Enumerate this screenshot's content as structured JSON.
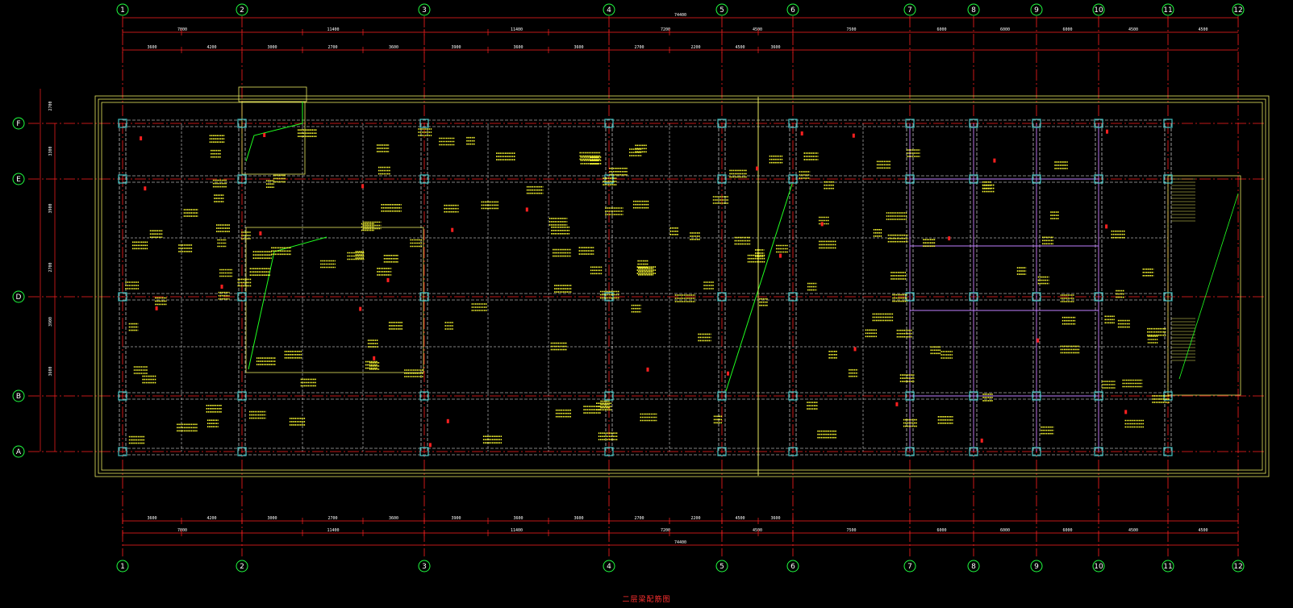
{
  "drawing": {
    "title": "二层梁配筋图",
    "axes_x": [
      "1",
      "2",
      "3",
      "4",
      "5",
      "6",
      "7",
      "8",
      "9",
      "10",
      "11",
      "12"
    ],
    "axes_y": [
      "F",
      "E",
      "D",
      "B",
      "A"
    ],
    "overall_dims": [
      "74400"
    ],
    "top_dims_row1": [
      "7800",
      "11400",
      "11400",
      "7200",
      "4500",
      "7500",
      "6000",
      "6000",
      "6000",
      "4500",
      "4500"
    ],
    "top_dims_row2": [
      "3600",
      "4200",
      "3000",
      "2700",
      "3600",
      "3900",
      "3600",
      "3600",
      "2700",
      "2200",
      "4500",
      "3600"
    ],
    "side_dims": [
      "2700",
      "3300",
      "3900",
      "2700",
      "3900",
      "3600"
    ]
  },
  "colors": {
    "background": "#000000",
    "axis_line": "#ff2020",
    "beam_outline": "#e8e860",
    "column": "#40c0c0",
    "beam_text": "#ffff33",
    "dim_line": "#ff2020",
    "axis_bubble": "#20ff40",
    "diag": "#20ff20",
    "secondary_beam": "#c080ff"
  }
}
